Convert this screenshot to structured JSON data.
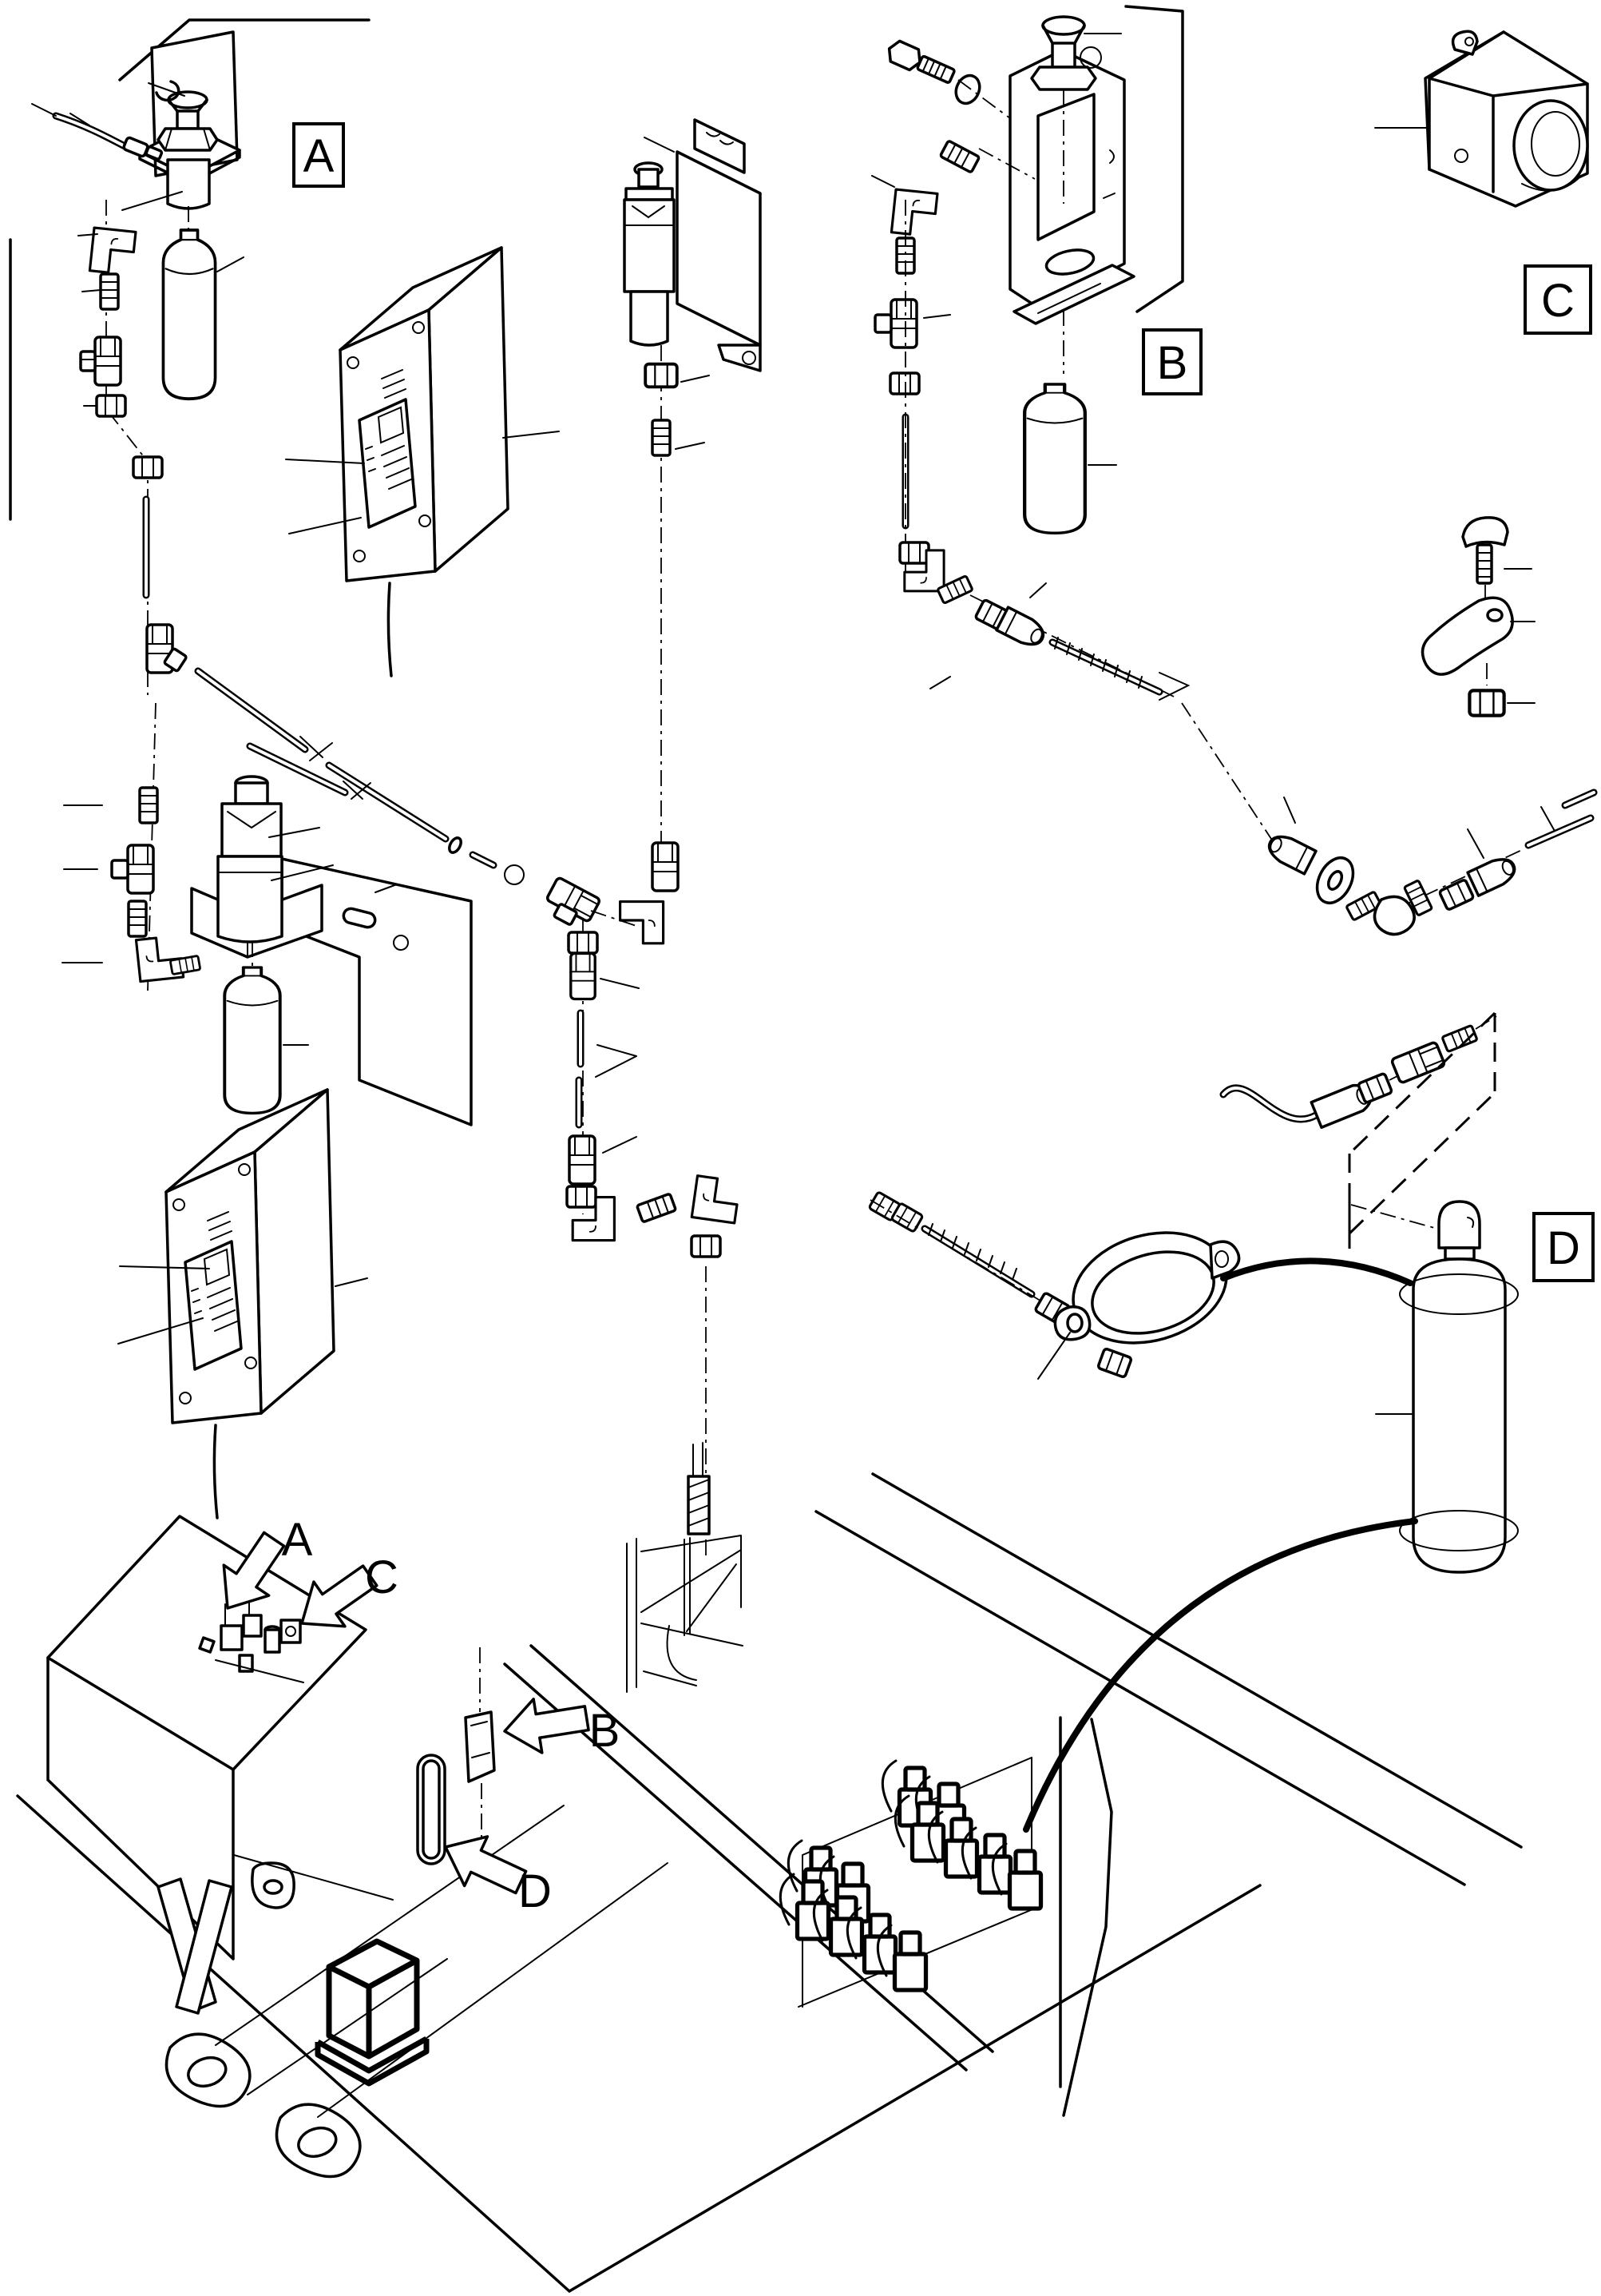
{
  "figure": {
    "type": "exploded-parts-diagram",
    "colors": {
      "line": "#000000",
      "background": "#ffffff"
    },
    "callouts": {
      "a": {
        "label": "A"
      },
      "b": {
        "label": "B"
      },
      "c": {
        "label": "C"
      },
      "d": {
        "label": "D"
      }
    },
    "location_arrows": [
      {
        "label": "A"
      },
      {
        "label": "C"
      },
      {
        "label": "B"
      },
      {
        "label": "D"
      }
    ]
  }
}
